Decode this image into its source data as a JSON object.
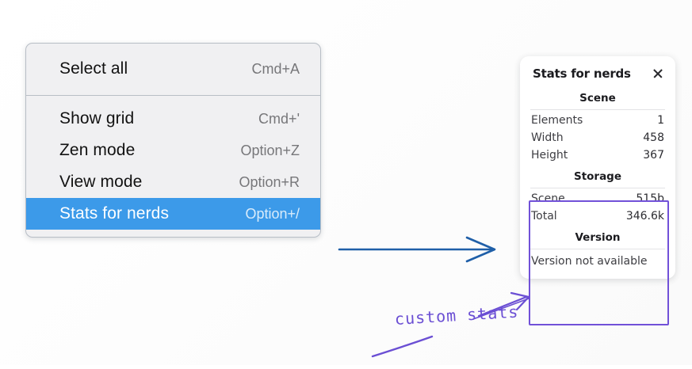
{
  "menu": {
    "name": "context-menu",
    "groups": [
      {
        "items": [
          {
            "label": "Select all",
            "shortcut": "Cmd+A",
            "selected": false
          }
        ]
      },
      {
        "items": [
          {
            "label": "Show grid",
            "shortcut": "Cmd+'",
            "selected": false
          },
          {
            "label": "Zen mode",
            "shortcut": "Option+Z",
            "selected": false
          },
          {
            "label": "View mode",
            "shortcut": "Option+R",
            "selected": false
          },
          {
            "label": "Stats for nerds",
            "shortcut": "Option+/",
            "selected": true
          }
        ]
      }
    ],
    "selected_background": "#3c9ae9"
  },
  "stats_panel": {
    "title": "Stats for nerds",
    "close_icon": "close-icon",
    "sections": [
      {
        "heading": "Scene",
        "rows": [
          {
            "key": "Elements",
            "value": "1"
          },
          {
            "key": "Width",
            "value": "458"
          },
          {
            "key": "Height",
            "value": "367"
          }
        ]
      },
      {
        "heading": "Storage",
        "rows": [
          {
            "key": "Scene",
            "value": "515b"
          },
          {
            "key": "Total",
            "value": "346.6k"
          }
        ]
      },
      {
        "heading": "Version",
        "note": "Version not available",
        "rows": []
      }
    ]
  },
  "annotations": {
    "highlight_color": "#7151d8",
    "arrow_color": "#1f5fa8",
    "ink_color": "#6b4fd4",
    "handwritten_label": "custom stats"
  }
}
